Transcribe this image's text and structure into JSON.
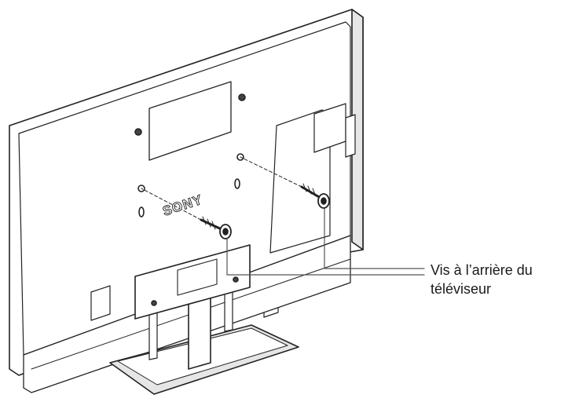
{
  "tv": {
    "brand_logo": "SONY"
  },
  "callout": {
    "line1": "Vis à l’arrière du",
    "line2": "téléviseur"
  },
  "colors": {
    "stroke": "#222222",
    "fill": "#ffffff",
    "shade": "#e6e6e6",
    "pointer": "#555555"
  }
}
